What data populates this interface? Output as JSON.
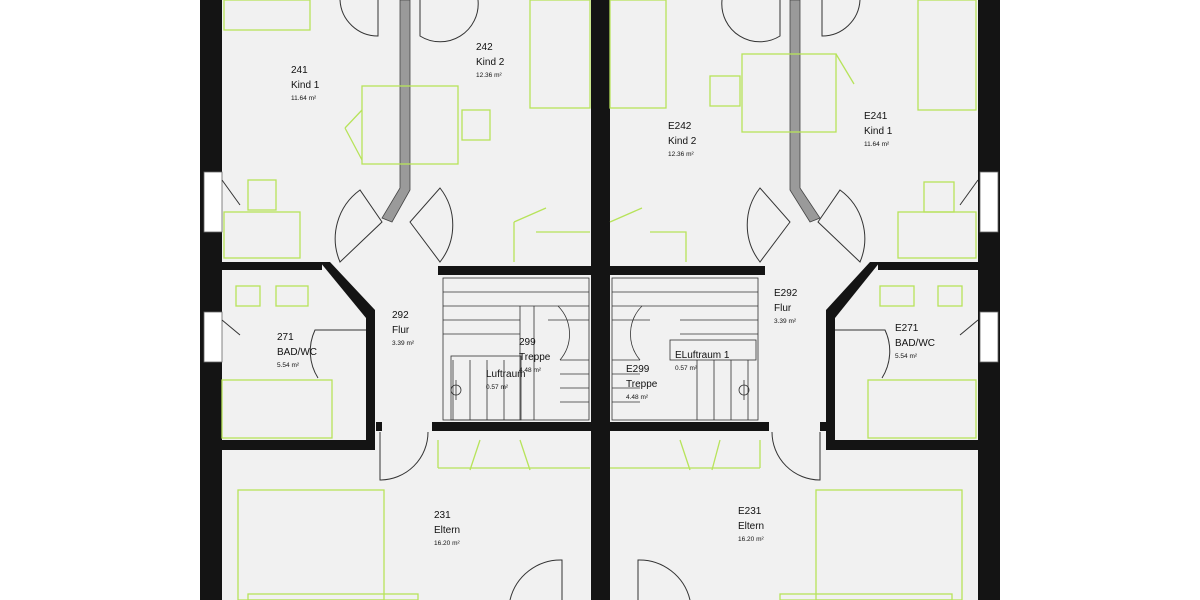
{
  "rooms": {
    "r241": {
      "number": "241",
      "name": "Kind 1",
      "area": "11.64 m²"
    },
    "r242": {
      "number": "242",
      "name": "Kind 2",
      "area": "12.36 m²"
    },
    "r292": {
      "number": "292",
      "name": "Flur",
      "area": "3.39 m²"
    },
    "r271": {
      "number": "271",
      "name": "BAD/WC",
      "area": "5.54 m²"
    },
    "r299": {
      "number": "299",
      "name": "Treppe",
      "area": "4.48 m²"
    },
    "luft": {
      "name": "Luftraum",
      "area": "0.57 m²"
    },
    "r231": {
      "number": "231",
      "name": "Eltern",
      "area": "16.20 m²"
    },
    "e242": {
      "number": "E242",
      "name": "Kind 2",
      "area": "12.36 m²"
    },
    "e241": {
      "number": "E241",
      "name": "Kind 1",
      "area": "11.64 m²"
    },
    "e292": {
      "number": "E292",
      "name": "Flur",
      "area": "3.39 m²"
    },
    "e271": {
      "number": "E271",
      "name": "BAD/WC",
      "area": "5.54 m²"
    },
    "e299": {
      "number": "E299",
      "name": "Treppe",
      "area": "4.48 m²"
    },
    "eluft": {
      "name": "ELuftraum 1",
      "area": "0.57 m²"
    },
    "e231": {
      "number": "E231",
      "name": "Eltern",
      "area": "16.20 m²"
    }
  },
  "colors": {
    "wall": "#141414",
    "furniture": "#b7e35a",
    "floor": "#f1f1f1"
  }
}
